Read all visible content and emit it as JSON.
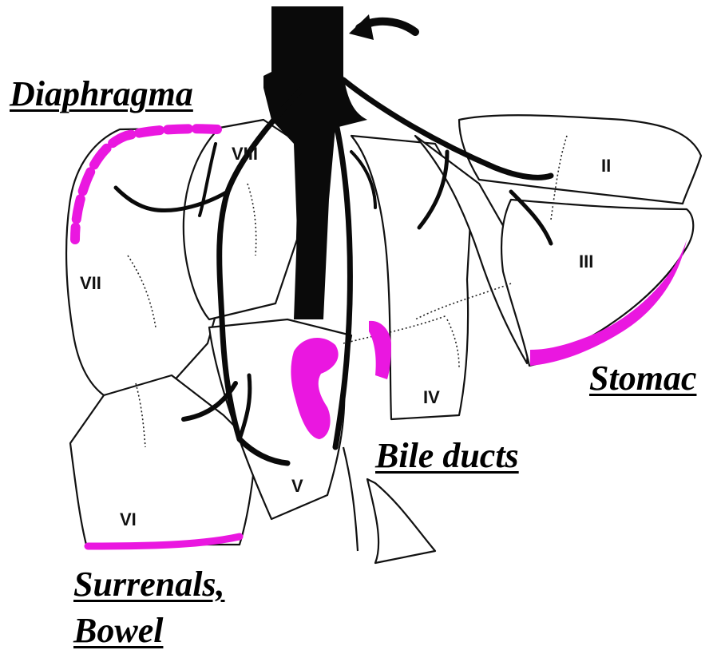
{
  "labels": {
    "diaphragma": "Diaphragma",
    "stomac": "Stomac",
    "bile_ducts": "Bile ducts",
    "surrenals_line1": "Surrenals,",
    "surrenals_line2": "Bowel"
  },
  "segments": {
    "ii": "II",
    "iii": "III",
    "iv": "IV",
    "v": "V",
    "vi": "VI",
    "vii": "VII",
    "viii": "VIII"
  },
  "colors": {
    "highlight": "#ea17e0",
    "ink": "#0a0a0a"
  }
}
